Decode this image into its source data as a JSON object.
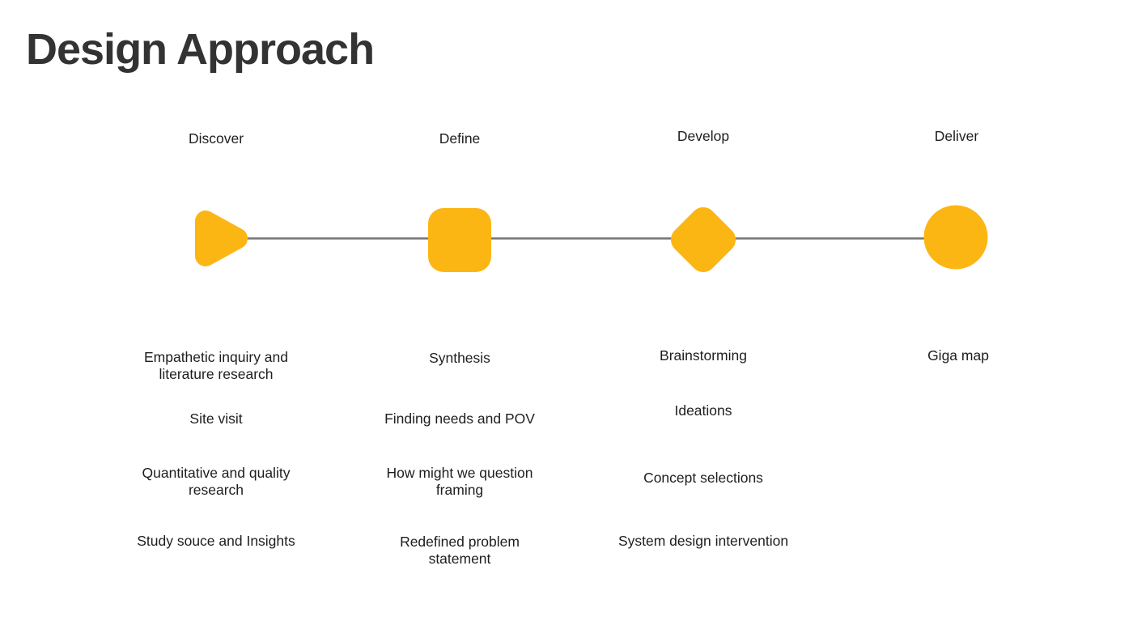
{
  "title": "Design Approach",
  "colors": {
    "accent": "#FCB614",
    "connector": "#757575",
    "text": "#1E1E1E",
    "title_text": "#333333",
    "background": "#FFFFFF"
  },
  "phases": [
    {
      "label": "Discover",
      "shape": "rounded-triangle",
      "items": [
        "Empathetic inquiry and literature research",
        "Site visit",
        "Quantitative and quality research",
        "Study souce and Insights"
      ]
    },
    {
      "label": "Define",
      "shape": "rounded-square",
      "items": [
        "Synthesis",
        "Finding needs and POV",
        "How might we  question framing",
        "Redefined problem statement"
      ]
    },
    {
      "label": "Develop",
      "shape": "rounded-diamond",
      "items": [
        "Brainstorming",
        "Ideations",
        "Concept selections",
        "System design intervention"
      ]
    },
    {
      "label": "Deliver",
      "shape": "circle",
      "items": [
        "Giga map"
      ]
    }
  ]
}
